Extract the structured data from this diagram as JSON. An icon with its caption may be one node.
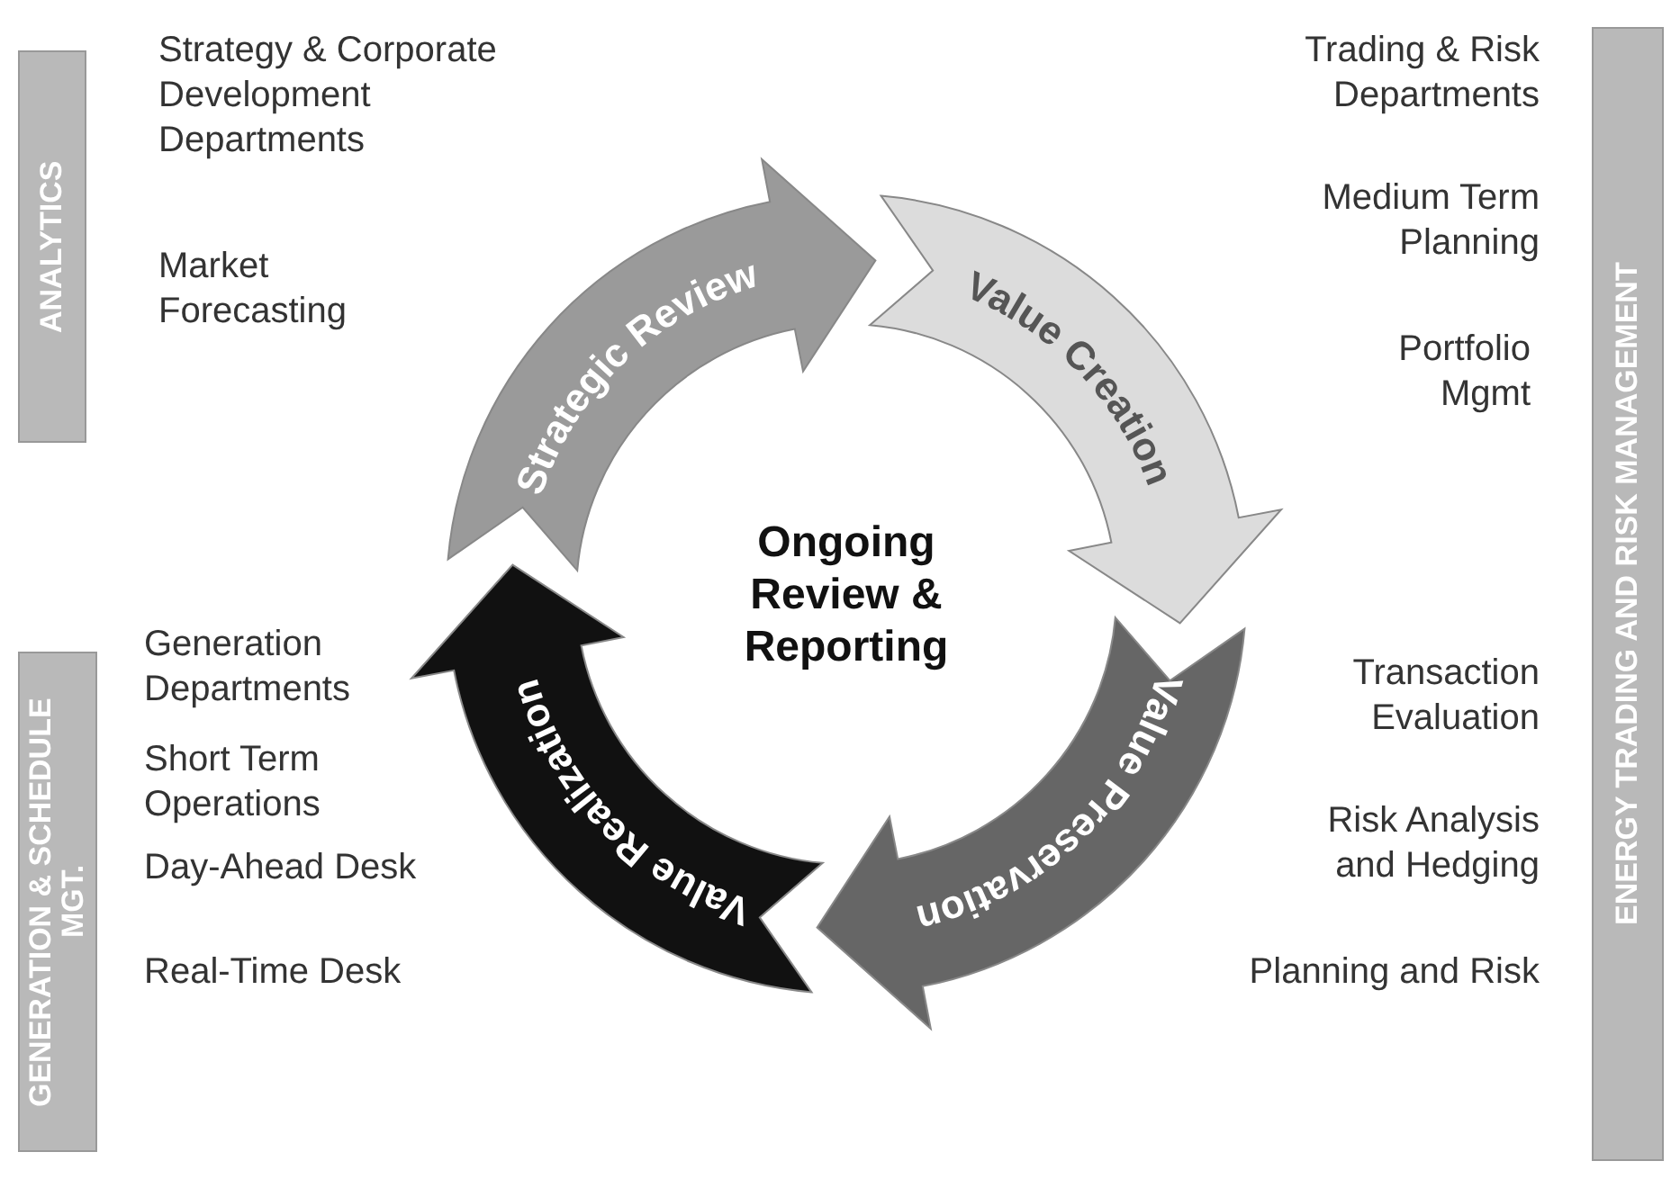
{
  "diagram": {
    "nodes": [
      {
        "text": [
          "ANALYTICS"
        ]
      },
      {
        "text": [
          "ENERGY TRADING AND RISK MANAGEMENT"
        ]
      },
      {
        "text": [
          "GENERATION & SCHEDULE MGT."
        ]
      },
      {
        "text": [
          "Strategic Review"
        ]
      },
      {
        "text": [
          "Value Creation"
        ]
      },
      {
        "text": [
          "Value Preservation"
        ]
      },
      {
        "text": [
          "Value Realization"
        ]
      },
      {
        "text": [
          "Ongoing Review & Reporting"
        ]
      }
    ],
    "labels": [
      "Strategy & Corporate Development Departments",
      "Market Forecasting",
      "Trading & Risk Departments",
      "Medium Term Planning",
      "Portfolio Mgmt",
      "Generation Departments",
      "Short Term Operations",
      "Day-Ahead Desk",
      "Real-Time Desk",
      "Transaction Evaluation",
      "Risk Analysis and Hedging",
      "Planning and Risk"
    ]
  }
}
